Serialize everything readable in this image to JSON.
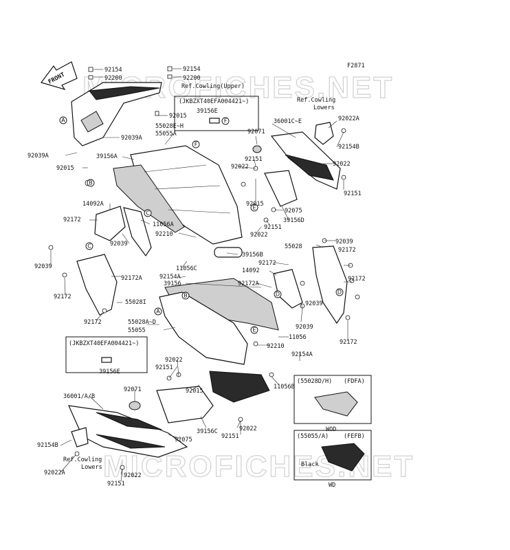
{
  "figure_code": "F2871",
  "watermark": "MICROFICHES.NET",
  "front_label": "FRONT",
  "ref_upper": "Ref.Cowling(Upper)",
  "ref_lowers_top": [
    "Ref.Cowling",
    "Lowers"
  ],
  "ref_lowers_bottom": [
    "Ref.Cowling",
    "Lowers"
  ],
  "serial_note": "(JKBZXT40EFA004421~)",
  "parts": {
    "p92154_a": "92154",
    "p92200_a": "92200",
    "p92154_b": "92154",
    "p92200_b": "92200",
    "p92015_a": "92015",
    "p55028eh": "55028E~H",
    "p55055a": "55055A",
    "p39156e_a": "39156E",
    "p92039a_a": "92039A",
    "p92039a_b": "92039A",
    "p92015_b": "92015",
    "p39156a": "39156A",
    "p92071_a": "92071",
    "p36001ce": "36001C~E",
    "p92022a_a": "92022A",
    "p92154b_a": "92154B",
    "p92022_a": "92022",
    "p92151_a": "92151",
    "p92022_b": "92022",
    "p92151_b": "92151",
    "p92015_c": "92015",
    "p92075_a": "92075",
    "p14092a": "14092A",
    "p92172_a": "92172",
    "p11056a": "11056A",
    "p92039_a": "92039",
    "p92210_a": "92210",
    "p92151_c": "92151",
    "p39156d": "39156D",
    "p92022_c": "92022",
    "p92039_b": "92039",
    "p55028": "55028",
    "p92172_b": "92172",
    "p92039_c": "92039",
    "p39156b": "39156B",
    "p11056c": "11056C",
    "p92154a_a": "92154A",
    "p92172_c": "92172",
    "p14092": "14092",
    "p92172_d": "92172",
    "p39156": "39156",
    "p92172a_a": "92172A",
    "p92172a_b": "92172A",
    "p92172_e": "92172",
    "p55028i": "55028I",
    "p92039_d": "92039",
    "p92172_f": "92172",
    "p92039_e": "92039",
    "p55028ad": "55028A~D",
    "p55055": "55055",
    "p11056": "11056",
    "p92172_g": "92172",
    "p92210_b": "92210",
    "p92022_d": "92022",
    "p92151_d": "92151",
    "p92154a_b": "92154A",
    "p39156e_b": "39156E",
    "p11056b": "11056B",
    "p92071_b": "92071",
    "p92015_d": "92015",
    "p36001ab": "36001/A/B",
    "p39156c": "39156C",
    "p92022_e": "92022",
    "p92151_e": "92151",
    "p92075_b": "92075",
    "p92154b_b": "92154B",
    "p92022a_b": "92022A",
    "p92022_f": "92022",
    "p92151_f": "92151"
  },
  "callout_letters": {
    "a1": "A",
    "a2": "A",
    "b1": "B",
    "b2": "B",
    "c1": "C",
    "c2": "C",
    "d1": "D",
    "d2": "D",
    "e1": "E",
    "e2": "E",
    "f1": "F",
    "f2": "F"
  },
  "inset_wod": {
    "code": "(55028D/H)",
    "variant": "(FDFA)",
    "caption": "WOD"
  },
  "inset_wd": {
    "code": "(55055/A)",
    "variant": "(FEFB)",
    "color": "Black",
    "caption": "WD"
  }
}
